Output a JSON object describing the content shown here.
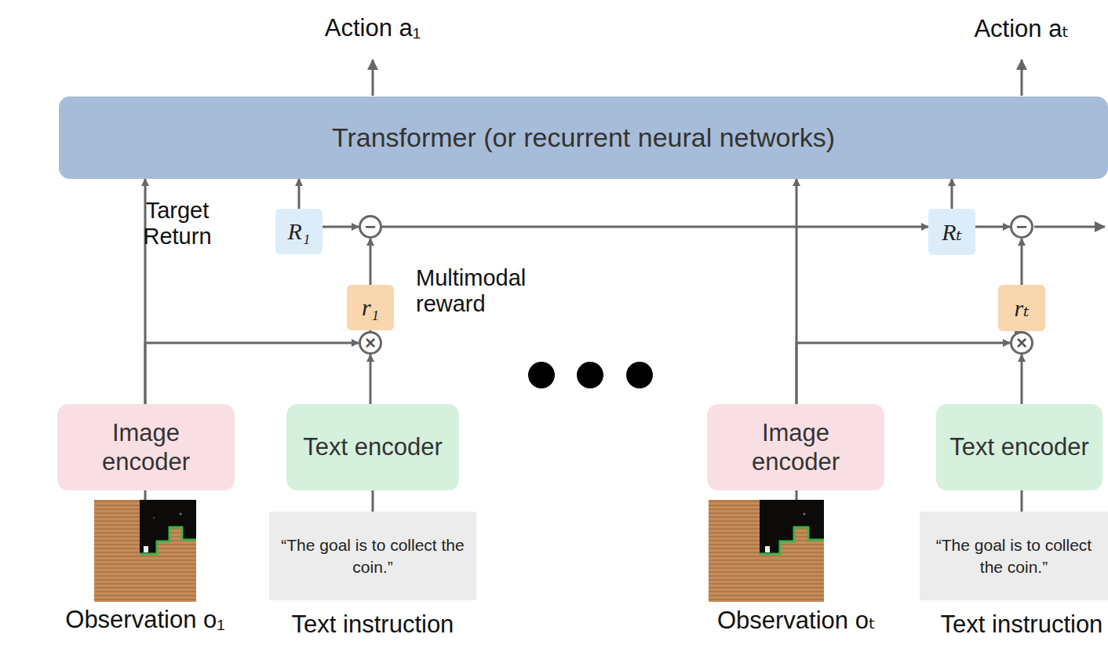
{
  "diagram": {
    "nodes": [
      {
        "text": [
          "Transformer (or recurrent neural networks)"
        ]
      },
      {
        "text": [
          "R₁"
        ]
      },
      {
        "text": [
          "−"
        ]
      },
      {
        "text": [
          "r₁"
        ]
      },
      {
        "text": [
          "×"
        ]
      },
      {
        "text": [
          "Image encoder"
        ]
      },
      {
        "text": [
          "Text encoder"
        ]
      },
      {
        "text": [
          "“The goal is to collect the coin.”"
        ]
      },
      {
        "text": [
          "Rₜ"
        ]
      },
      {
        "text": [
          "−"
        ]
      },
      {
        "text": [
          "rₜ"
        ]
      },
      {
        "text": [
          "×"
        ]
      },
      {
        "text": [
          "Image encoder"
        ]
      },
      {
        "text": [
          "Text encoder"
        ]
      },
      {
        "text": [
          "“The goal is to collect the coin.”"
        ]
      }
    ],
    "edges": [
      {
        "from": 5,
        "to": 0,
        "arrow": "to"
      },
      {
        "from": 5,
        "to": 4,
        "arrow": "to"
      },
      {
        "from": 6,
        "to": 4,
        "arrow": "to"
      },
      {
        "from": 7,
        "to": 6,
        "arrow": "none"
      },
      {
        "from": 4,
        "to": 3,
        "arrow": "to"
      },
      {
        "from": 3,
        "to": 2,
        "arrow": "to"
      },
      {
        "from": 1,
        "to": 0,
        "arrow": "to"
      },
      {
        "from": 1,
        "to": 2,
        "arrow": "to"
      },
      {
        "from": 2,
        "to": 8,
        "arrow": "to"
      },
      {
        "from": 12,
        "to": 0,
        "arrow": "to"
      },
      {
        "from": 12,
        "to": 11,
        "arrow": "to"
      },
      {
        "from": 13,
        "to": 11,
        "arrow": "to"
      },
      {
        "from": 14,
        "to": 13,
        "arrow": "none"
      },
      {
        "from": 11,
        "to": 10,
        "arrow": "to"
      },
      {
        "from": 10,
        "to": 9,
        "arrow": "to"
      },
      {
        "from": 8,
        "to": 0,
        "arrow": "to"
      },
      {
        "from": 8,
        "to": 9,
        "arrow": "to"
      }
    ],
    "labels": [
      "Action a₁",
      "Action aₜ",
      "Target Return",
      "Multimodal reward",
      "Observation o₁",
      "Text instruction",
      "Observation oₜ",
      "Text instruction"
    ]
  }
}
